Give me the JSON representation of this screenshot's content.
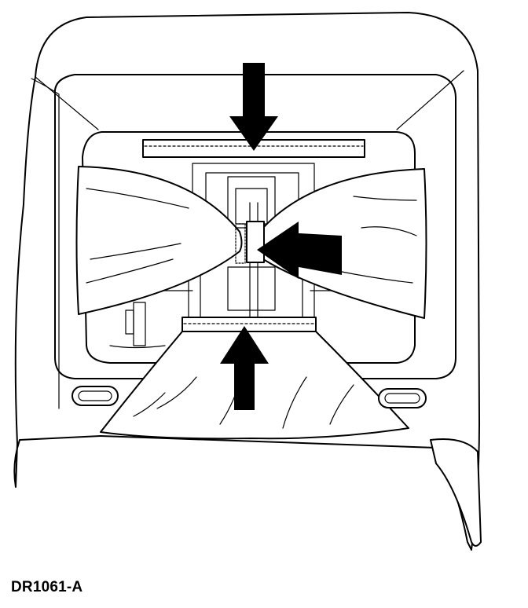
{
  "figure": {
    "id_label": "DR1061-A",
    "ink_color": "#000000",
    "paper_color": "#ffffff",
    "callout_arrows": [
      "arrow-top",
      "arrow-middle",
      "arrow-bottom"
    ]
  }
}
